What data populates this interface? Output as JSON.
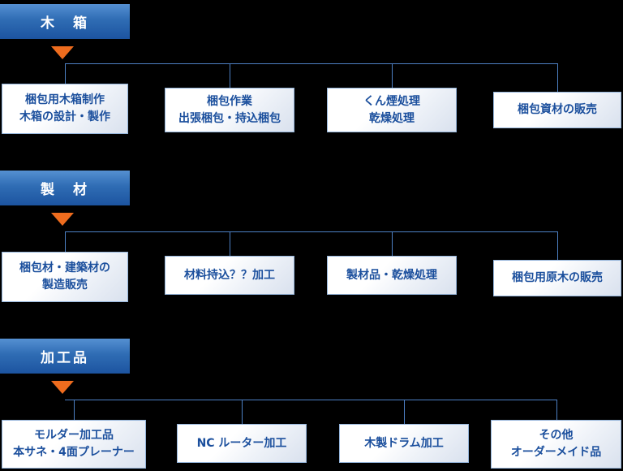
{
  "diagram_title": "services-flow-diagram",
  "colors": {
    "background": "#000000",
    "header_blue_top": "#5590d2",
    "header_blue_bottom": "#1c54a0",
    "header_text": "#ffffff",
    "box_border": "#94b4da",
    "box_text": "#1b4f9d",
    "connector": "#4d80c4",
    "arrow_orange": "#ee6c1e"
  },
  "sections": [
    {
      "title": "木　箱",
      "items": [
        {
          "lines": [
            "梱包用木箱制作",
            "木箱の設計・製作"
          ]
        },
        {
          "lines": [
            "梱包作業",
            "出張梱包・持込梱包"
          ]
        },
        {
          "lines": [
            "くん煙処理",
            "乾燥処理"
          ]
        },
        {
          "lines": [
            "梱包資材の販売"
          ]
        }
      ]
    },
    {
      "title": "製　材",
      "items": [
        {
          "lines": [
            "梱包材・建築材の",
            "製造販売"
          ]
        },
        {
          "lines": [
            "材料持込？？加工"
          ]
        },
        {
          "lines": [
            "製材品・乾燥処理"
          ]
        },
        {
          "lines": [
            "梱包用原木の販売"
          ]
        }
      ]
    },
    {
      "title": "加工品",
      "items": [
        {
          "lines": [
            "モルダー加工品",
            "本サネ・4面プレーナー"
          ]
        },
        {
          "lines": [
            "NC ルーター加工"
          ]
        },
        {
          "lines": [
            "木製ドラム加工"
          ]
        },
        {
          "lines": [
            "その他",
            "オーダーメイド品"
          ]
        }
      ]
    }
  ]
}
